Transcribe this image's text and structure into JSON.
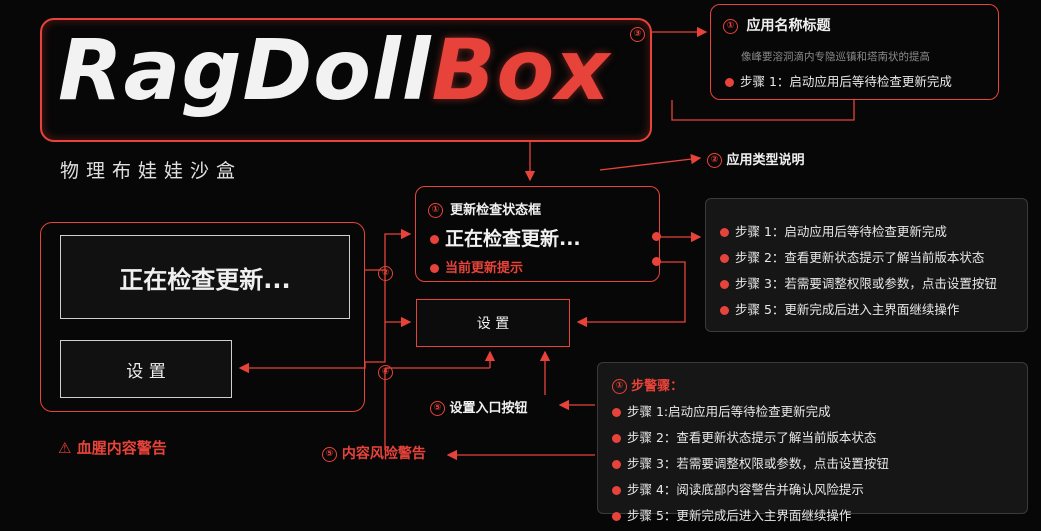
{
  "title": {
    "logo_white": "RagDoll",
    "logo_red": "Box",
    "subtitle": "物理布娃娃沙盒"
  },
  "callouts": {
    "app_title": {
      "num": "①",
      "label": "应用名称标题",
      "faded": "像峰要溶洞滴内专隐巡镇和塔南状的提高",
      "step": "步骤 1：启动应用后等待检查更新完成"
    },
    "app_type": {
      "num": "②",
      "label": "应用类型说明"
    },
    "marker_3": "③",
    "marker_2": "②",
    "marker_4": "④",
    "settings_entry": {
      "num": "⑤",
      "label": "设置入口按钮"
    },
    "content_warning": {
      "num": "⑤",
      "label": "内容风险警告"
    },
    "blood_warning": {
      "icon": "warning-icon",
      "label": "血腥内容警告"
    }
  },
  "status_box": {
    "num": "①",
    "label": "更新检查状态框",
    "status": "正在检查更新...",
    "hint": "当前更新提示"
  },
  "main_panel": {
    "status": "正在检查更新...",
    "settings": "设 置"
  },
  "center_settings": "设 置",
  "steps_right": [
    "步骤 1：启动应用后等待检查更新完成",
    "步骤 2：查看更新状态提示了解当前版本状态",
    "步骤 3：若需要调整权限或参数，点击设置按钮",
    "步骤 5：更新完成后进入主界面继续操作"
  ],
  "steps_bottom": {
    "num": "①",
    "header": "步警骤：",
    "items": [
      "步骤 1:启动应用后等待检查更新完成",
      "步骤 2：查看更新状态提示了解当前版本状态",
      "步骤 3：若需要调整权限或参数，点击设置按钮",
      "步骤 4：阅读底部内容警告并确认风险提示",
      "步骤 5：更新完成后进入主界面继续操作"
    ]
  },
  "colors": {
    "accent": "#e8433a",
    "background": "#070707",
    "panel": "#161616"
  }
}
